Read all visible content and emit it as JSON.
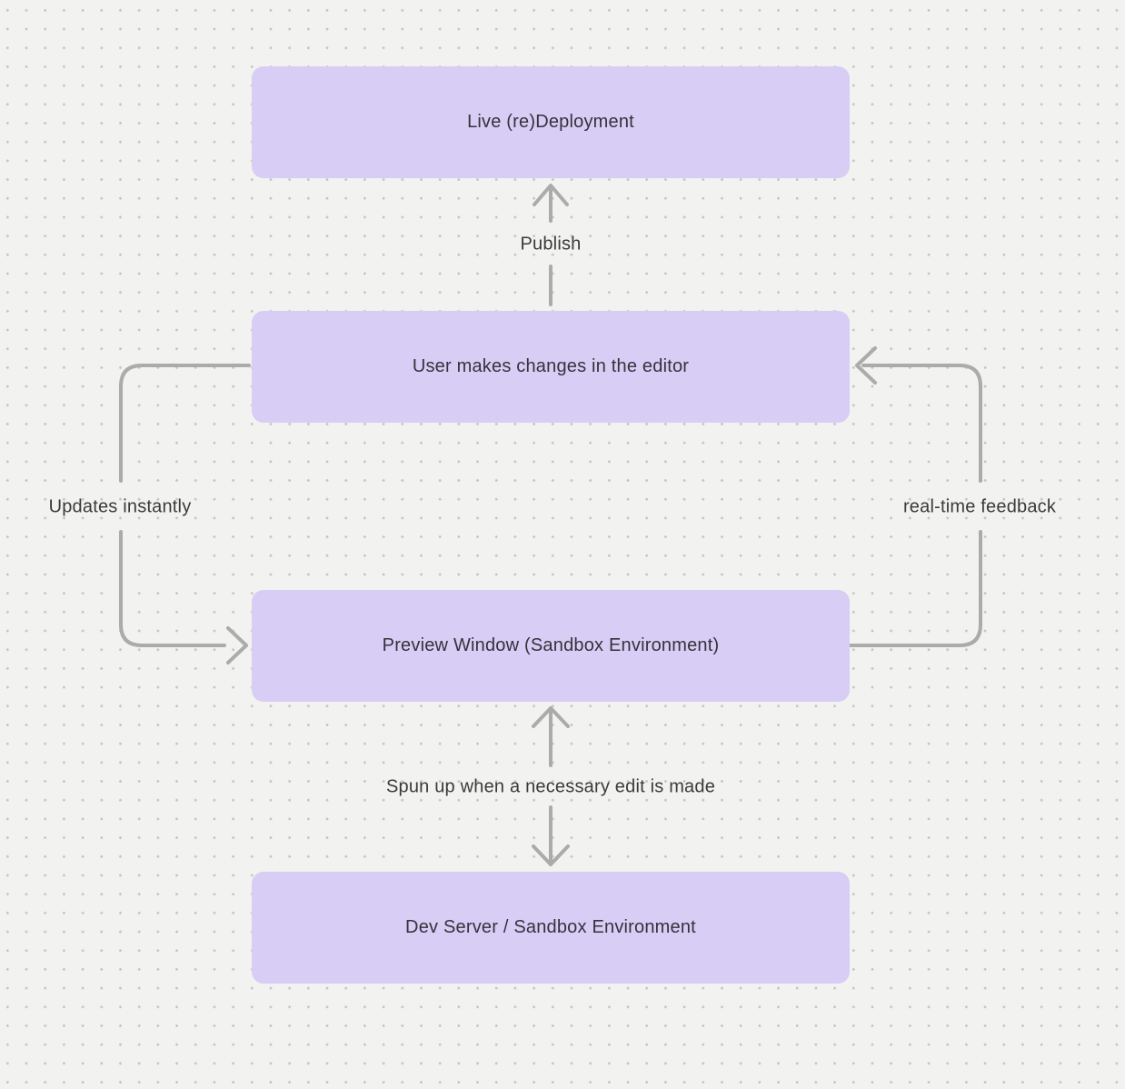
{
  "diagram": {
    "nodes": [
      {
        "label": "Live (re)Deployment"
      },
      {
        "label": "User makes changes in the editor"
      },
      {
        "label": "Preview Window (Sandbox Environment)"
      },
      {
        "label": "Dev Server / Sandbox Environment"
      }
    ],
    "edges": [
      {
        "label": "Publish",
        "from": "User makes changes in the editor",
        "to": "Live (re)Deployment",
        "direction": "up"
      },
      {
        "label": "Updates instantly",
        "from": "User makes changes in the editor",
        "to": "Preview Window (Sandbox Environment)",
        "direction": "left-loop-down"
      },
      {
        "label": "real-time feedback",
        "from": "Preview Window (Sandbox Environment)",
        "to": "User makes changes in the editor",
        "direction": "right-loop-up"
      },
      {
        "label": "Spun up when a necessary edit is made",
        "from": "Preview Window (Sandbox Environment)",
        "to": "Dev Server / Sandbox Environment",
        "direction": "bidirectional"
      }
    ]
  },
  "colors": {
    "bg": "#f2f2f0",
    "dot": "#c6c5c3",
    "node_fill": "#d8cdf5",
    "node_text": "#34323c",
    "label_text": "#3a3a3a",
    "arrow": "#ababab"
  }
}
